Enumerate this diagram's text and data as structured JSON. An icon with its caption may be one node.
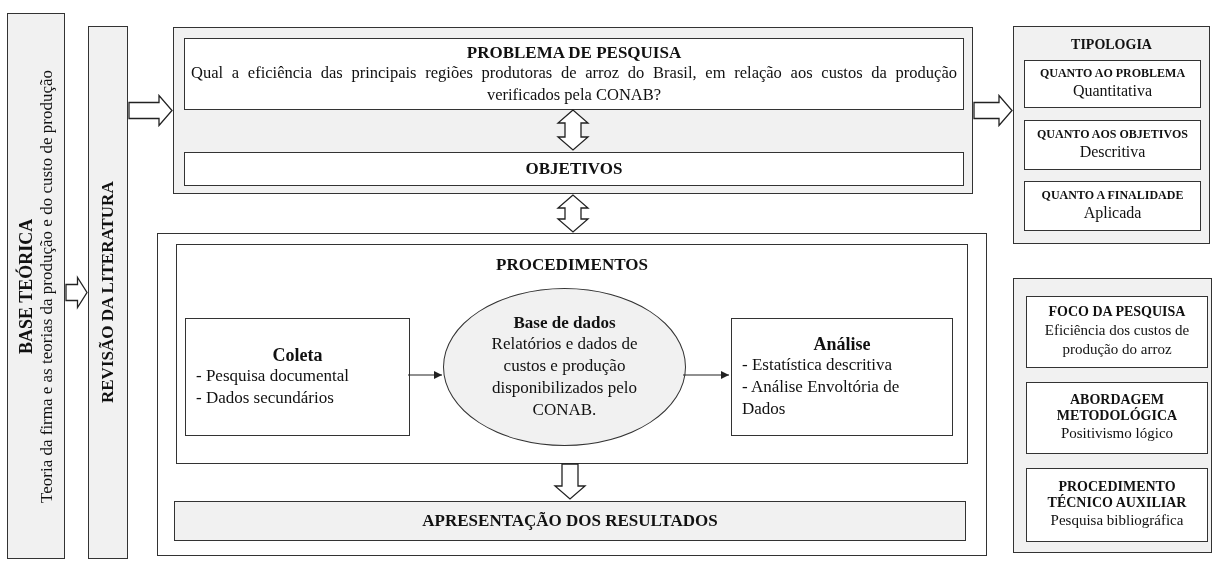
{
  "diagram": {
    "nodes": [
      {
        "text": [
          "BASE TEÓRICA",
          "Teoria da firma e as teorias da produção e do custo de produção"
        ]
      },
      {
        "text": [
          "REVISÃO DA LITERATURA"
        ]
      },
      {
        "text": [],
        "shape": "box"
      },
      {
        "text": [
          "PROBLEMA DE PESQUISA",
          "Qual a eficiência das principais regiões produtoras de arroz do Brasil, em relação aos custos da produção verificados pela CONAB?"
        ],
        "in": 2
      },
      {
        "text": [
          "OBJETIVOS"
        ],
        "in": 2
      },
      {
        "text": [
          "TIPOLOGIA"
        ]
      },
      {
        "text": [
          "QUANTO AO PROBLEMA",
          "Quantitativa"
        ],
        "in": 5
      },
      {
        "text": [
          "QUANTO AOS OBJETIVOS",
          "Descritiva"
        ],
        "in": 5
      },
      {
        "text": [
          "QUANTO A FINALIDADE",
          "Aplicada"
        ],
        "in": 5
      },
      {
        "text": [],
        "shape": "box"
      },
      {
        "text": [
          "PROCEDIMENTOS"
        ],
        "in": 9
      },
      {
        "text": [
          "Coleta",
          "- Pesquisa documental",
          "- Dados secundários"
        ],
        "in": 10
      },
      {
        "text": [
          "Base de dados",
          "Relatórios e dados de custos e produção disponibilizados pelo CONAB."
        ],
        "in": 10
      },
      {
        "text": [
          "Análise",
          "- Estatística descritiva",
          "- Análise Envoltória de Dados"
        ],
        "in": 10
      },
      {
        "text": [
          "APRESENTAÇÃO DOS RESULTADOS"
        ],
        "in": 9
      },
      {
        "text": [],
        "shape": "box"
      },
      {
        "text": [
          "FOCO DA PESQUISA",
          "Eficiência dos custos de produção do arroz"
        ],
        "in": 15
      },
      {
        "text": [
          "ABORDAGEM METODOLÓGICA",
          "Positivismo lógico"
        ],
        "in": 15
      },
      {
        "text": [
          "PROCEDIMENTO TÉCNICO AUXILIAR",
          "Pesquisa bibliográfica"
        ],
        "in": 15
      }
    ],
    "edges": [
      {
        "from": 0,
        "to": 1,
        "arrow": "to",
        "style": "thick"
      },
      {
        "from": 1,
        "to": 2,
        "arrow": "to",
        "style": "thick"
      },
      {
        "from": 2,
        "to": 5,
        "arrow": "to",
        "style": "thick"
      },
      {
        "from": 3,
        "to": 4,
        "arrow": "both",
        "style": "thick"
      },
      {
        "from": 2,
        "to": 9,
        "arrow": "both",
        "style": "thick"
      },
      {
        "from": 11,
        "to": 12,
        "arrow": "to"
      },
      {
        "from": 12,
        "to": 13,
        "arrow": "to"
      },
      {
        "from": 10,
        "to": 14,
        "arrow": "to",
        "style": "thick"
      }
    ]
  }
}
